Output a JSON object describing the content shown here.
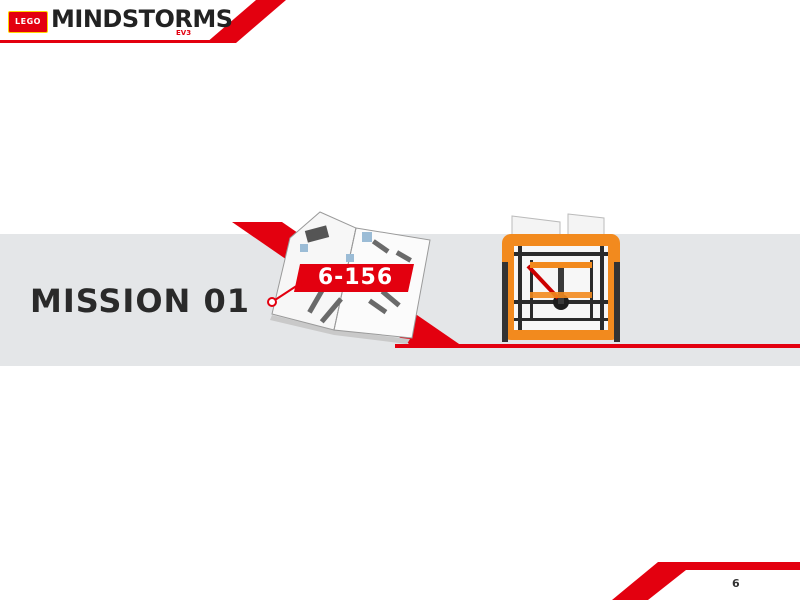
{
  "header": {
    "logo_text": "LEGO",
    "brand_text": "MINDSTORMS",
    "brand_sub": "EV3"
  },
  "slide": {
    "title": "MISSION 01",
    "step_range": "6-156",
    "page_number": "6"
  },
  "colors": {
    "accent_red": "#e3000f",
    "band_gray": "#e4e6e8",
    "model_orange": "#f28a1e",
    "text_dark": "#2a2a2a"
  },
  "images": {
    "manual": "instruction-booklet-illustration",
    "model": "mission-model-illustration"
  }
}
